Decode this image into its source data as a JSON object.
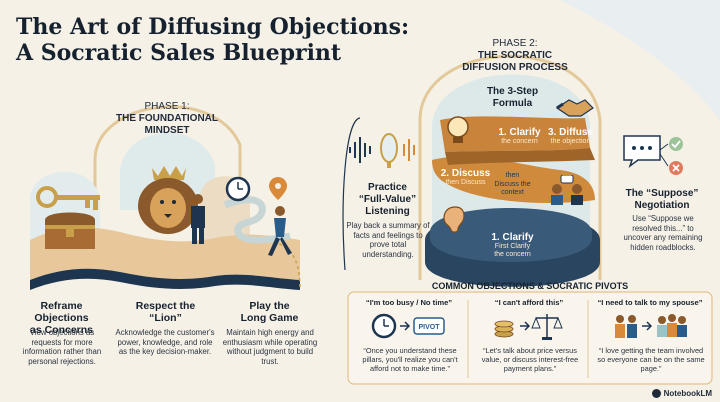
{
  "title": {
    "line1": "The Art of Diffusing Objections:",
    "line2": "A Socratic Sales Blueprint"
  },
  "phase1": {
    "label": "PHASE 1:",
    "title_line1": "THE FOUNDATIONAL",
    "title_line2": "MINDSET",
    "items": [
      {
        "heading_line1": "Reframe Objections",
        "heading_line2": "as Concerns",
        "body": "View objections as requests for more information rather than personal rejections."
      },
      {
        "heading_line1": "Respect the",
        "heading_line2": "“Lion”",
        "body": "Acknowledge the customer's power, knowledge, and role as the key decision-maker."
      },
      {
        "heading_line1": "Play the",
        "heading_line2": "Long Game",
        "body": "Maintain high energy and enthusiasm while operating without judgment to build trust."
      }
    ]
  },
  "phase2": {
    "label": "PHASE 2:",
    "title_line1": "THE SOCRATIC",
    "title_line2": "DIFFUSION PROCESS",
    "formula_line1": "The 3-Step",
    "formula_line2": "Formula",
    "steps": {
      "clarify_top": {
        "big": "1. Clarify",
        "small": "the concern"
      },
      "diffuse": {
        "big": "3. Diffuse",
        "small": "the objection"
      },
      "discuss": {
        "big": "2. Discuss",
        "small": "then Discuss"
      },
      "discuss_context": {
        "line1": "then",
        "line2": "Discuss the",
        "line3": "context"
      },
      "clarify_bottom": {
        "big": "1. Clarify",
        "small1": "First Clarify",
        "small2": "the concern"
      }
    },
    "practice": {
      "heading_line1": "Practice",
      "heading_line2": "“Full-Value”",
      "heading_line3": "Listening",
      "body": "Play back a summary of facts and feelings to prove total understanding."
    },
    "suppose": {
      "heading_line1": "The “Suppose”",
      "heading_line2": "Negotiation",
      "body": "Use “Suppose we resolved this...” to uncover any remaining hidden roadblocks."
    }
  },
  "objections": {
    "title": "COMMON OBJECTIONS & SOCRATIC PIVOTS",
    "pivot_tag": "PIVOT",
    "items": [
      {
        "title": "“I'm too busy / No time”",
        "body": "“Once you understand these pillars, you'll realize you can't afford not to make time.”",
        "icon": "clock-pivot-icon"
      },
      {
        "title": "“I can't afford this”",
        "body": "“Let's talk about price versus value, or discuss interest-free payment plans.”",
        "icon": "coins-scale-icon"
      },
      {
        "title": "“I need to talk to my spouse”",
        "body": "“I love getting the team involved so everyone can be on the same page.”",
        "icon": "people-team-icon"
      }
    ]
  },
  "badge": "NotebookLM",
  "colors": {
    "background": "#f6f1e7",
    "navy": "#1e3550",
    "orange": "#d9893a",
    "teal": "#9cc3c4",
    "gold": "#c9a04a"
  }
}
